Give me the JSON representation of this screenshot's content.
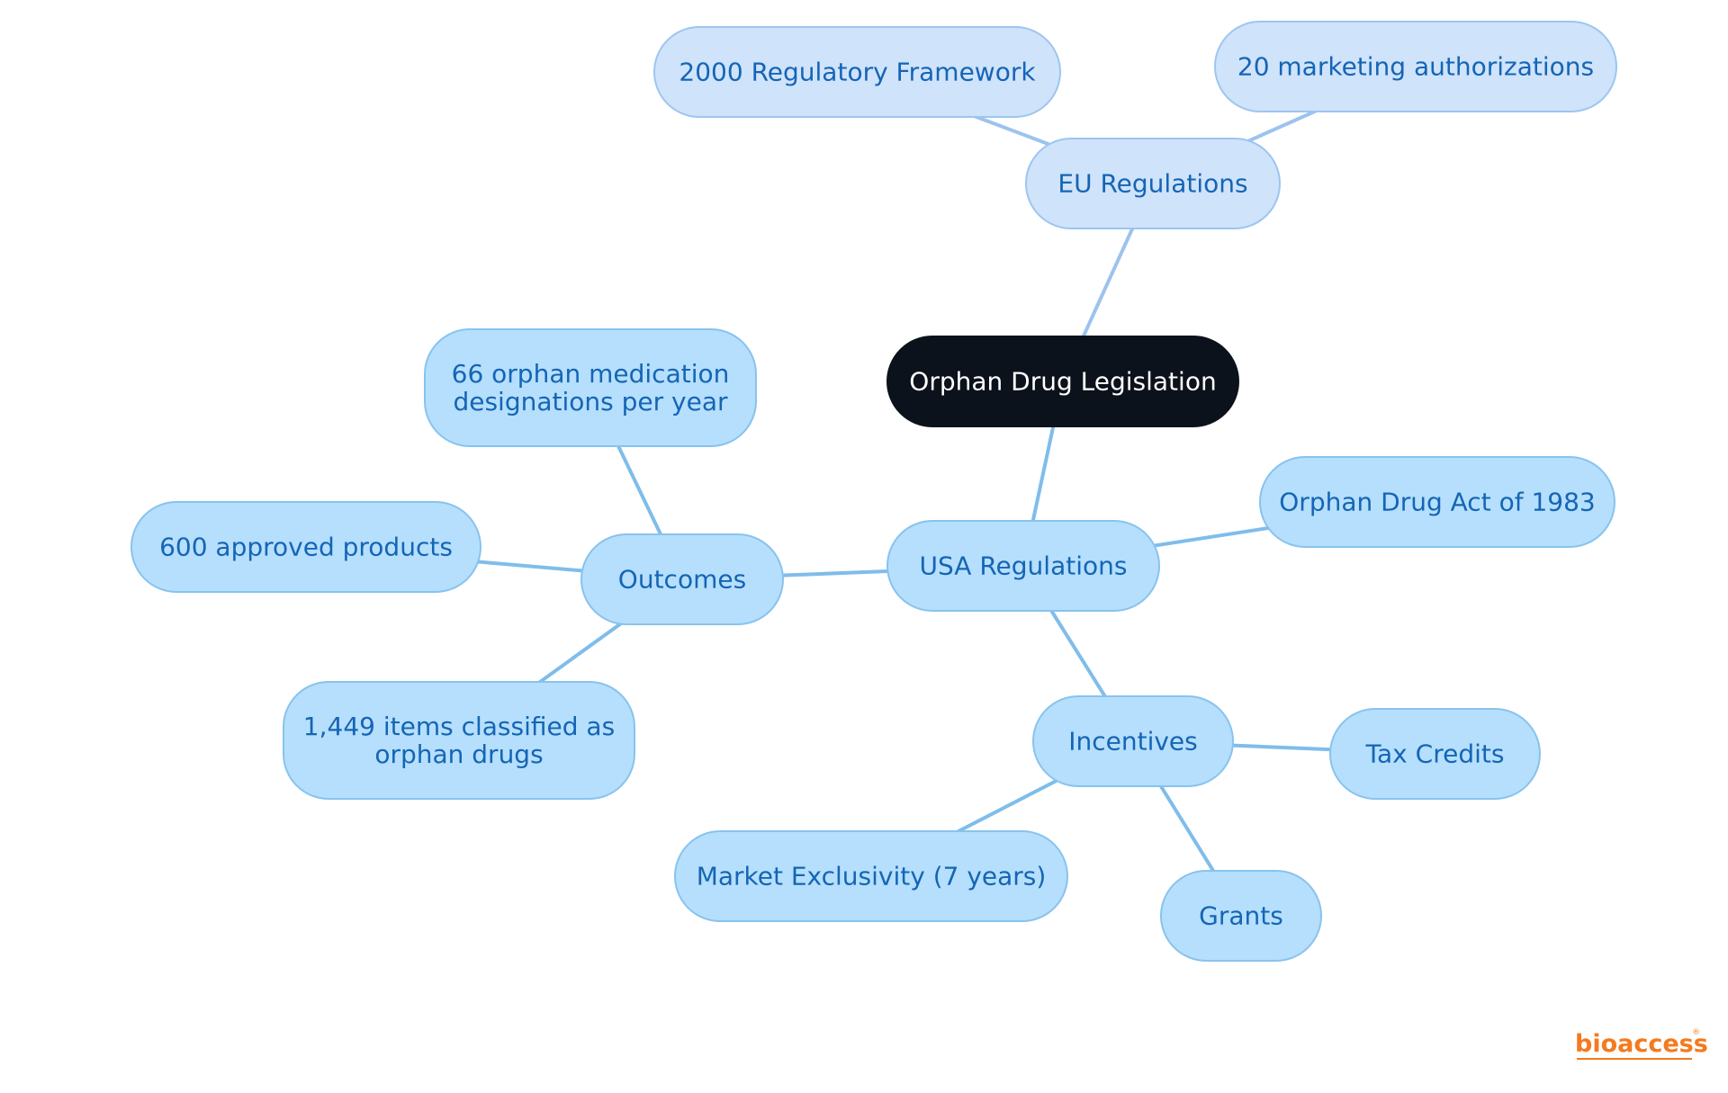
{
  "colors": {
    "root_fill": "#0c121b",
    "root_text": "#ffffff",
    "eu_fill": "#cfe3fb",
    "eu_stroke": "#9cc6f0",
    "usa_fill": "#b5dffc",
    "usa_stroke": "#88c3ee",
    "node_text": "#1565b5",
    "eu_edge": "#9cc3ee",
    "usa_edge": "#7fbdea",
    "logo": "#f47a1f"
  },
  "nodes": {
    "root": {
      "lines": [
        "Orphan Drug Legislation"
      ],
      "style": "root"
    },
    "eu": {
      "lines": [
        "EU Regulations"
      ],
      "style": "eu"
    },
    "eu_framework": {
      "lines": [
        "2000 Regulatory Framework"
      ],
      "style": "eu"
    },
    "eu_authorizations": {
      "lines": [
        "20 marketing authorizations"
      ],
      "style": "eu"
    },
    "usa": {
      "lines": [
        "USA Regulations"
      ],
      "style": "usa"
    },
    "usa_act": {
      "lines": [
        "Orphan Drug Act of 1983"
      ],
      "style": "usa"
    },
    "outcomes": {
      "lines": [
        "Outcomes"
      ],
      "style": "usa"
    },
    "outcomes_designations": {
      "lines": [
        "66 orphan medication",
        "designations per year"
      ],
      "style": "usa"
    },
    "outcomes_approved": {
      "lines": [
        "600 approved products"
      ],
      "style": "usa"
    },
    "outcomes_classified": {
      "lines": [
        "1,449 items classified as",
        "orphan drugs"
      ],
      "style": "usa"
    },
    "incentives": {
      "lines": [
        "Incentives"
      ],
      "style": "usa"
    },
    "incentives_tax": {
      "lines": [
        "Tax Credits"
      ],
      "style": "usa"
    },
    "incentives_exclusivity": {
      "lines": [
        "Market Exclusivity (7 years)"
      ],
      "style": "usa"
    },
    "incentives_grants": {
      "lines": [
        "Grants"
      ],
      "style": "usa"
    }
  },
  "edges": [
    {
      "from": "root",
      "to": "eu",
      "style": "eu"
    },
    {
      "from": "eu",
      "to": "eu_framework",
      "style": "eu"
    },
    {
      "from": "eu",
      "to": "eu_authorizations",
      "style": "eu"
    },
    {
      "from": "root",
      "to": "usa",
      "style": "usa"
    },
    {
      "from": "usa",
      "to": "usa_act",
      "style": "usa"
    },
    {
      "from": "usa",
      "to": "outcomes",
      "style": "usa"
    },
    {
      "from": "outcomes",
      "to": "outcomes_designations",
      "style": "usa"
    },
    {
      "from": "outcomes",
      "to": "outcomes_approved",
      "style": "usa"
    },
    {
      "from": "outcomes",
      "to": "outcomes_classified",
      "style": "usa"
    },
    {
      "from": "usa",
      "to": "incentives",
      "style": "usa"
    },
    {
      "from": "incentives",
      "to": "incentives_tax",
      "style": "usa"
    },
    {
      "from": "incentives",
      "to": "incentives_exclusivity",
      "style": "usa"
    },
    {
      "from": "incentives",
      "to": "incentives_grants",
      "style": "usa"
    }
  ],
  "logo": {
    "text": "bioaccess",
    "registered": "®"
  }
}
